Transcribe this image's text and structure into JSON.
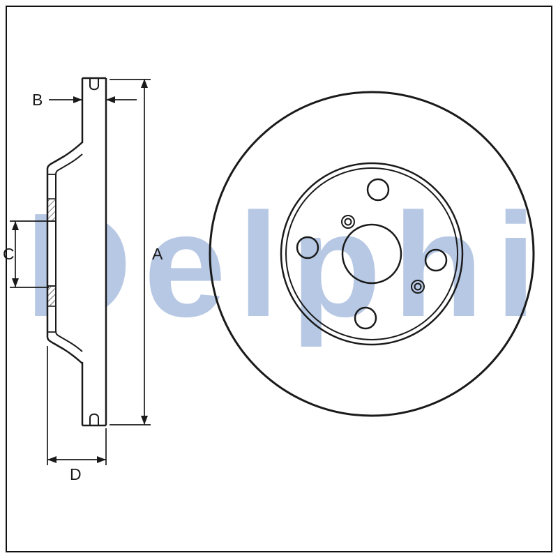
{
  "diagram": {
    "watermark": "Delphi",
    "labels": {
      "a": "A",
      "b": "B",
      "c": "C",
      "d": "D"
    },
    "colors": {
      "line": "#1a1a1a",
      "watermark": "#b7c8e4",
      "background": "#ffffff",
      "border": "#111111"
    }
  }
}
